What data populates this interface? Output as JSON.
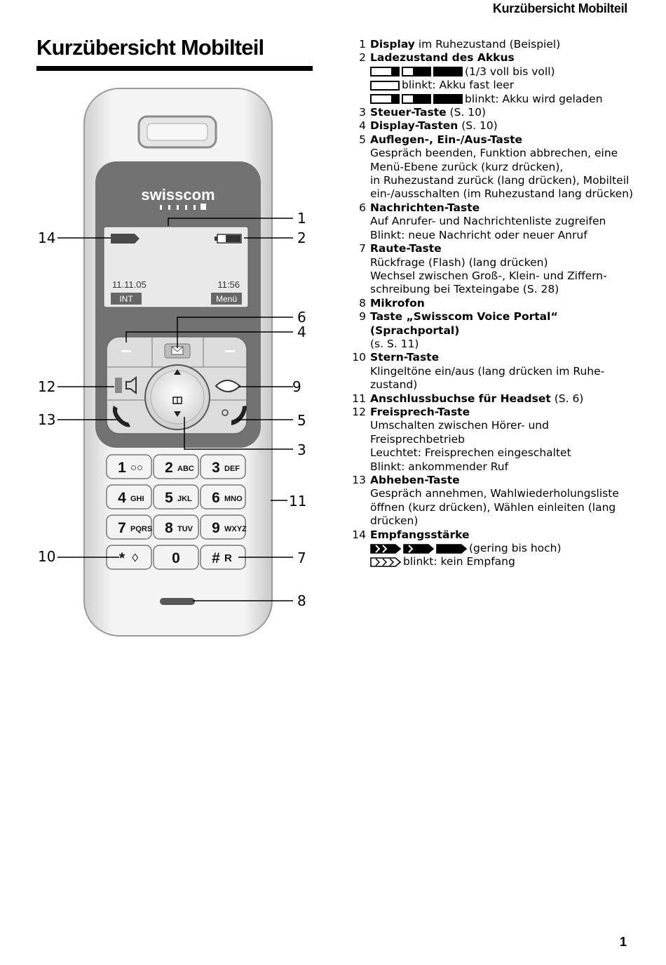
{
  "running_head": "Kurzübersicht Mobilteil",
  "title": "Kurzübersicht Mobilteil",
  "page_number": "1",
  "figure": {
    "brand": "swisscom",
    "display_date": "11.11.05",
    "display_time": "11:56",
    "softkey_left": "INT",
    "softkey_right": "Menü",
    "keys": [
      {
        "digit": "1",
        "sub": "○○"
      },
      {
        "digit": "2",
        "sub": "ABC"
      },
      {
        "digit": "3",
        "sub": "DEF"
      },
      {
        "digit": "4",
        "sub": "GHI"
      },
      {
        "digit": "5",
        "sub": "JKL"
      },
      {
        "digit": "6",
        "sub": "MNO"
      },
      {
        "digit": "7",
        "sub": "PQRS"
      },
      {
        "digit": "8",
        "sub": "TUV"
      },
      {
        "digit": "9",
        "sub": "WXYZ"
      },
      {
        "digit": "*",
        "sub": "♢"
      },
      {
        "digit": "0",
        "sub": ""
      },
      {
        "digit": "#",
        "sub": "R"
      }
    ],
    "callouts": [
      "1",
      "2",
      "3",
      "4",
      "5",
      "6",
      "7",
      "8",
      "9",
      "10",
      "11",
      "12",
      "13",
      "14"
    ]
  },
  "legend": [
    {
      "num": "1",
      "label": "Display",
      "text": " im Ruhezustand (Beispiel)"
    },
    {
      "num": "2",
      "label": "Ladezustand des Akkus",
      "text": "",
      "lines": [
        "(1/3 voll bis voll)",
        "blinkt: Akku fast leer",
        "blinkt: Akku wird geladen"
      ]
    },
    {
      "num": "3",
      "label": "Steuer-Taste",
      "text": " (S. 10)"
    },
    {
      "num": "4",
      "label": "Display-Tasten",
      "text": " (S. 10)"
    },
    {
      "num": "5",
      "label": "Auflegen-, Ein-/Aus-Taste",
      "text": "",
      "lines": [
        "Gespräch beenden, Funktion abbrechen, eine Menü-Ebene zurück (kurz drücken),",
        "in Ruhezustand zurück (lang drücken), Mobilteil ein-/ausschalten (im Ruhezustand lang drücken)"
      ]
    },
    {
      "num": "6",
      "label": "Nachrichten-Taste",
      "text": "",
      "lines": [
        "Auf Anrufer- und Nachrichtenliste zugreifen",
        "Blinkt: neue Nachricht oder neuer Anruf"
      ]
    },
    {
      "num": "7",
      "label": "Raute-Taste",
      "text": "",
      "lines": [
        "Rückfrage (Flash) (lang drücken)",
        "Wechsel zwischen Groß-, Klein- und Ziffern-schreibung bei Texteingabe (S. 28)"
      ]
    },
    {
      "num": "8",
      "label": "Mikrofon",
      "text": ""
    },
    {
      "num": "9",
      "label": "Taste „Swisscom Voice Portal“ (Sprachportal)",
      "text": "",
      "lines": [
        "(s. S. 11)"
      ]
    },
    {
      "num": "10",
      "label": "Stern-Taste",
      "text": "",
      "lines": [
        "Klingeltöne ein/aus (lang drücken im Ruhe-zustand)"
      ]
    },
    {
      "num": "11",
      "label": "Anschlussbuchse für Headset",
      "text": " (S. 6)"
    },
    {
      "num": "12",
      "label": "Freisprech-Taste",
      "text": "",
      "lines": [
        "Umschalten zwischen Hörer- und Freisprechbetrieb",
        "Leuchtet: Freisprechen eingeschaltet",
        "Blinkt: ankommender Ruf"
      ]
    },
    {
      "num": "13",
      "label": "Abheben-Taste",
      "text": "",
      "lines": [
        "Gespräch annehmen, Wahlwiederholungsliste öffnen (kurz drücken), Wählen einleiten (lang drücken)"
      ]
    },
    {
      "num": "14",
      "label": "Empfangsstärke",
      "text": "",
      "lines": [
        "(gering bis hoch)",
        "blinkt: kein Empfang"
      ]
    }
  ]
}
